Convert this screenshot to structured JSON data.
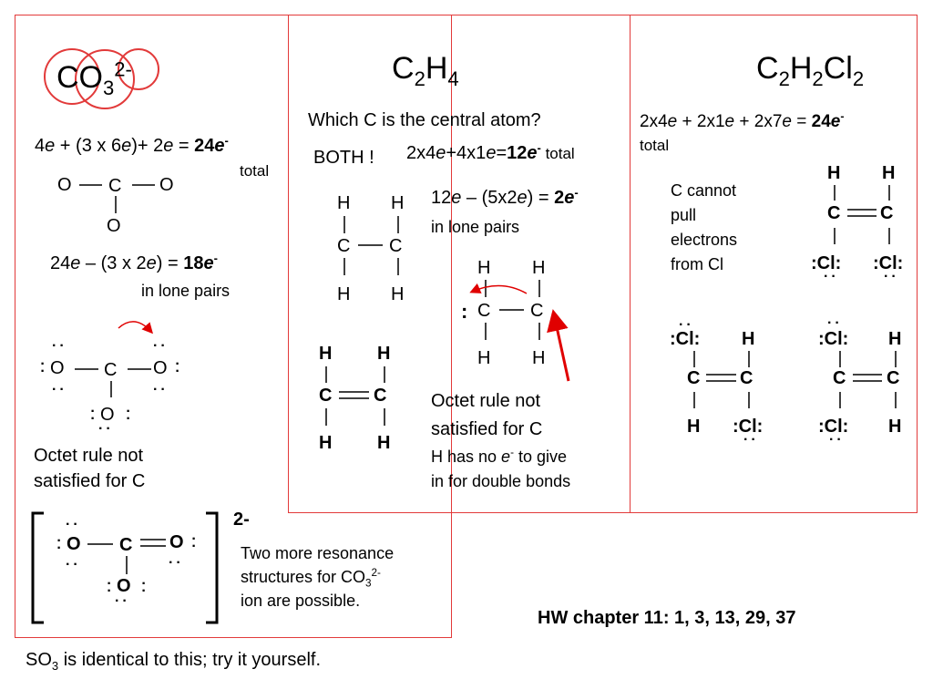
{
  "co3": {
    "formula_main": "CO",
    "formula_sub": "3",
    "formula_sup": "2-",
    "electron_calc": {
      "a": "4",
      "e": "e",
      "b": " + (3 x 6",
      "c": ")",
      "d": "+ 2",
      "eq": " = ",
      "res": "24",
      "neg": "-",
      "total": "total"
    },
    "lewis1": {
      "o_left": "O",
      "c": "C",
      "o_right": "O",
      "o_bottom": "O"
    },
    "lone_calc": {
      "a": "24",
      "b": " – (3 x 2",
      "c": ") = ",
      "res": "18",
      "neg": "-",
      "suffix": "in lone pairs"
    },
    "lewis2": {
      "o_left": "O",
      "c": "C",
      "o_right": "O",
      "o_bottom": "O"
    },
    "octet_note": [
      "Octet rule not",
      "satisfied for C"
    ],
    "resonance": {
      "o_left": "O",
      "c": "C",
      "o_right": "O",
      "o_bottom": "O",
      "charge": "2-"
    },
    "resonance_note": [
      "Two more resonance",
      "structures for CO",
      "ion are possible."
    ],
    "resonance_note_sub": "3",
    "resonance_note_sup": "2-",
    "so3_note_a": "SO",
    "so3_note_sub": "3",
    "so3_note_b": " is identical to this; try it yourself."
  },
  "c2h4": {
    "f1": "C",
    "s1": "2",
    "f2": "H",
    "s2": "4",
    "question": "Which C is the central atom?",
    "both": "BOTH !",
    "calc": {
      "a": "2x4",
      "e": "e",
      "b": "+4x1",
      "c": "=",
      "res": "12",
      "neg": "-",
      "total": " total"
    },
    "lone_calc": {
      "a": "12",
      "b": " – (5x2",
      "c": ") = ",
      "res": "2",
      "neg": "-",
      "suffix": "in lone pairs"
    },
    "lewis1": {
      "h": "H",
      "c": "C"
    },
    "lewis2": {
      "h": "H",
      "c": "C",
      "pair": ":"
    },
    "lewis3": {
      "h": "H",
      "c": "C"
    },
    "octet_note": [
      "Octet rule not",
      "satisfied for C"
    ],
    "h_note_a": "H has no ",
    "h_note_e": "e",
    "h_note_neg": "-",
    "h_note_b": " to give",
    "h_note_c": "in for double bonds"
  },
  "c2h2cl2": {
    "f1": "C",
    "s1": "2",
    "f2": "H",
    "s2": "2",
    "f3": "Cl",
    "s3": "2",
    "calc": {
      "a": "2x4",
      "e": "e",
      "b": " + 2x1",
      "c": " + 2x7",
      "eq": " = ",
      "res": "24",
      "neg": "-",
      "total": "total"
    },
    "note": [
      "C cannot",
      "pull",
      "electrons",
      "from Cl"
    ],
    "atoms": {
      "h": "H",
      "c": "C",
      "cl": "Cl"
    }
  },
  "hw": "HW chapter 11: 1, 3, 13, 29, 37",
  "colors": {
    "box_border": "#e23a3a",
    "arrow": "#e00000"
  }
}
